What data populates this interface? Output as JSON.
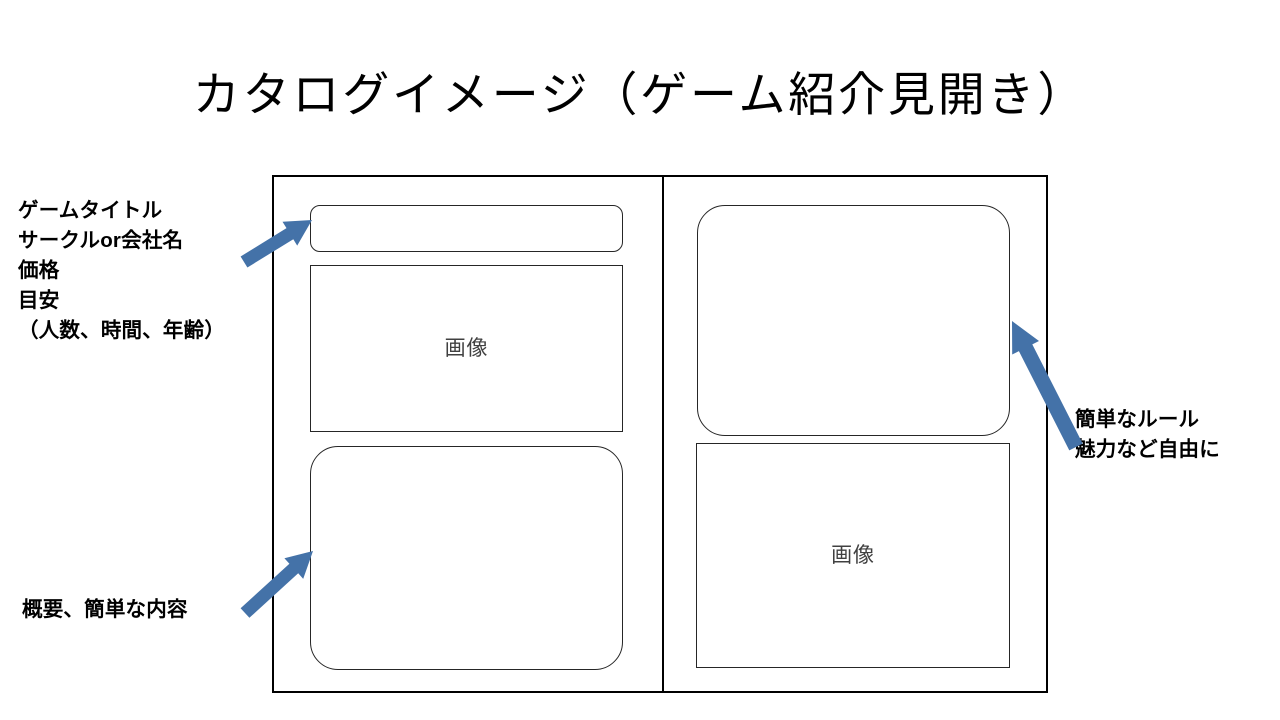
{
  "slide": {
    "title": "カタログイメージ（ゲーム紹介見開き）",
    "background_color": "#ffffff",
    "text_color": "#000000"
  },
  "spread": {
    "frame_border_color": "#000000",
    "box_border_color": "#262626",
    "left_page": {
      "title_box": {
        "label": ""
      },
      "image_box": {
        "label": "画像"
      },
      "description_box": {
        "label": ""
      }
    },
    "right_page": {
      "rules_box": {
        "label": ""
      },
      "image_box": {
        "label": "画像"
      }
    }
  },
  "annotations": {
    "accent_color": "#4472a8",
    "left_top": "ゲームタイトル\nサークルor会社名\n価格\n目安\n（人数、時間、年齢）",
    "left_bottom": "概要、簡単な内容",
    "right": "簡単なルール\n魅力など自由に"
  }
}
